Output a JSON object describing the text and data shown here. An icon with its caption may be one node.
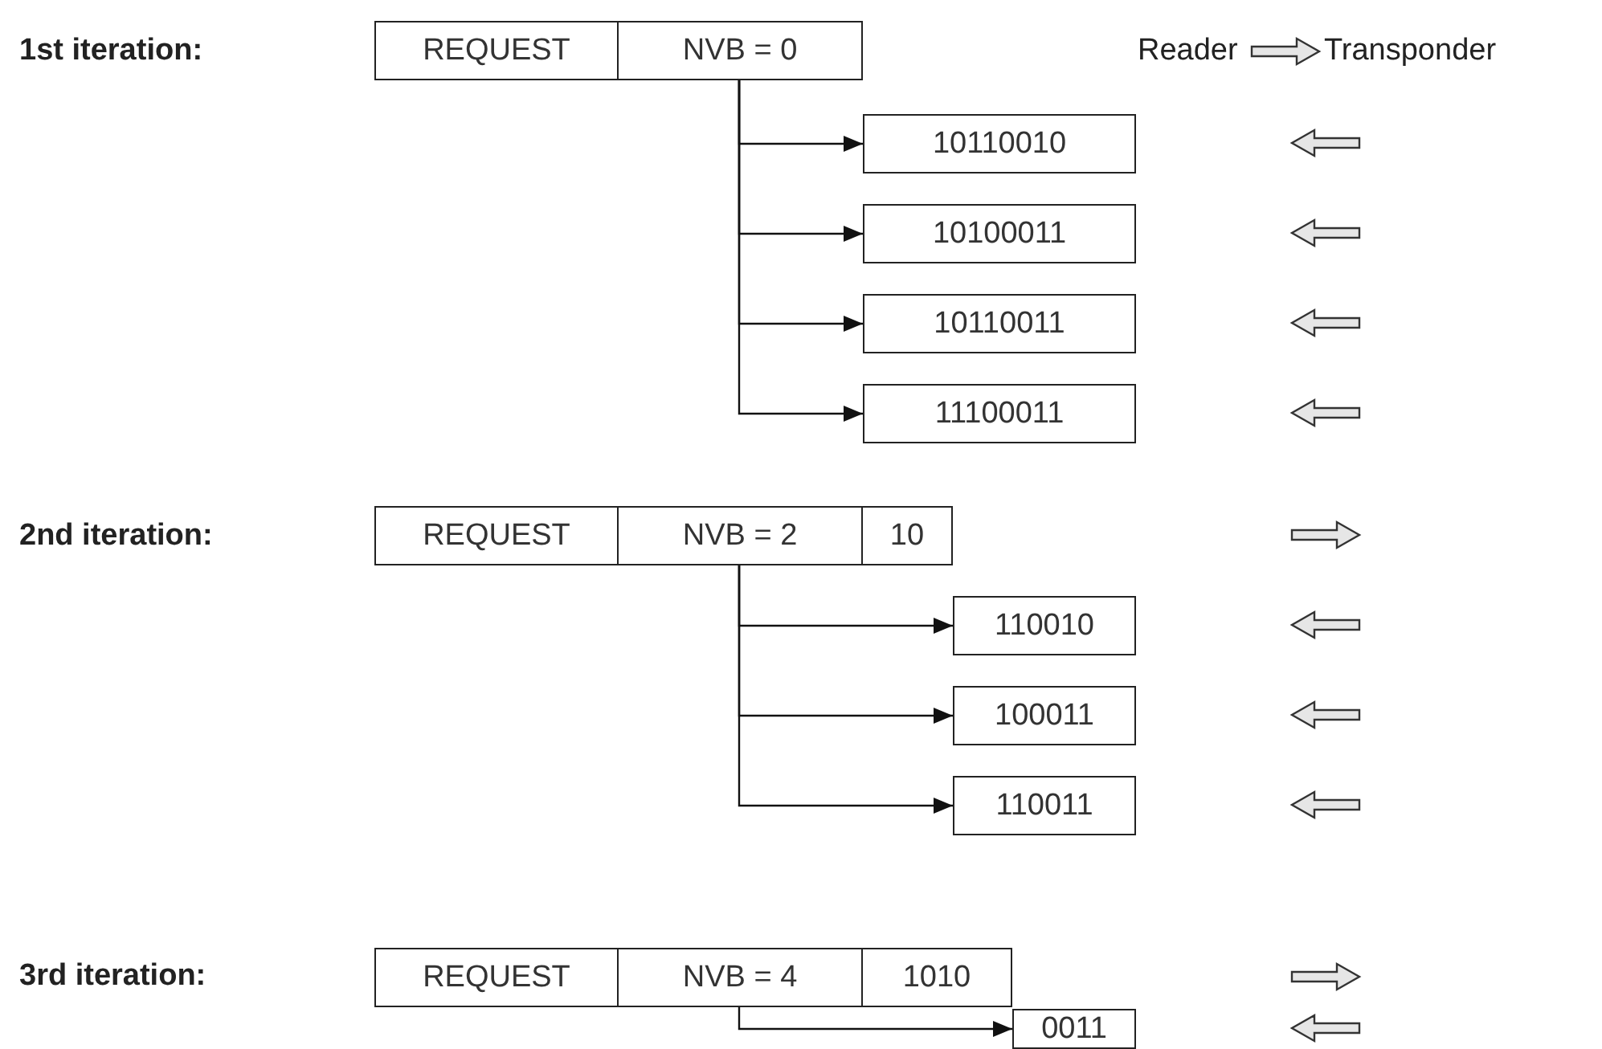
{
  "diagram": {
    "nodes": [
      {
        "text": [
          "REQUEST"
        ]
      },
      {
        "text": [
          "NVB = 0"
        ]
      },
      {
        "text": [
          "10110010"
        ]
      },
      {
        "text": [
          "10100011"
        ]
      },
      {
        "text": [
          "10110011"
        ]
      },
      {
        "text": [
          "11100011"
        ]
      },
      {
        "text": [
          "REQUEST"
        ]
      },
      {
        "text": [
          "NVB = 2"
        ]
      },
      {
        "text": [
          "10"
        ]
      },
      {
        "text": [
          "110010"
        ]
      },
      {
        "text": [
          "100011"
        ]
      },
      {
        "text": [
          "110011"
        ]
      },
      {
        "text": [
          "REQUEST"
        ]
      },
      {
        "text": [
          "NVB = 4"
        ]
      },
      {
        "text": [
          "1010"
        ]
      },
      {
        "text": [
          "0011"
        ]
      }
    ],
    "edges": [
      {
        "from": 1,
        "to": 2,
        "arrow": "to"
      },
      {
        "from": 1,
        "to": 3,
        "arrow": "to"
      },
      {
        "from": 1,
        "to": 4,
        "arrow": "to"
      },
      {
        "from": 1,
        "to": 5,
        "arrow": "to"
      },
      {
        "from": 7,
        "to": 9,
        "arrow": "to"
      },
      {
        "from": 7,
        "to": 10,
        "arrow": "to"
      },
      {
        "from": 7,
        "to": 11,
        "arrow": "to"
      },
      {
        "from": 13,
        "to": 15,
        "arrow": "to"
      }
    ],
    "labels": [
      "1st iteration:",
      "Reader",
      "Transponder",
      "2nd iteration:",
      "3rd iteration:"
    ]
  }
}
